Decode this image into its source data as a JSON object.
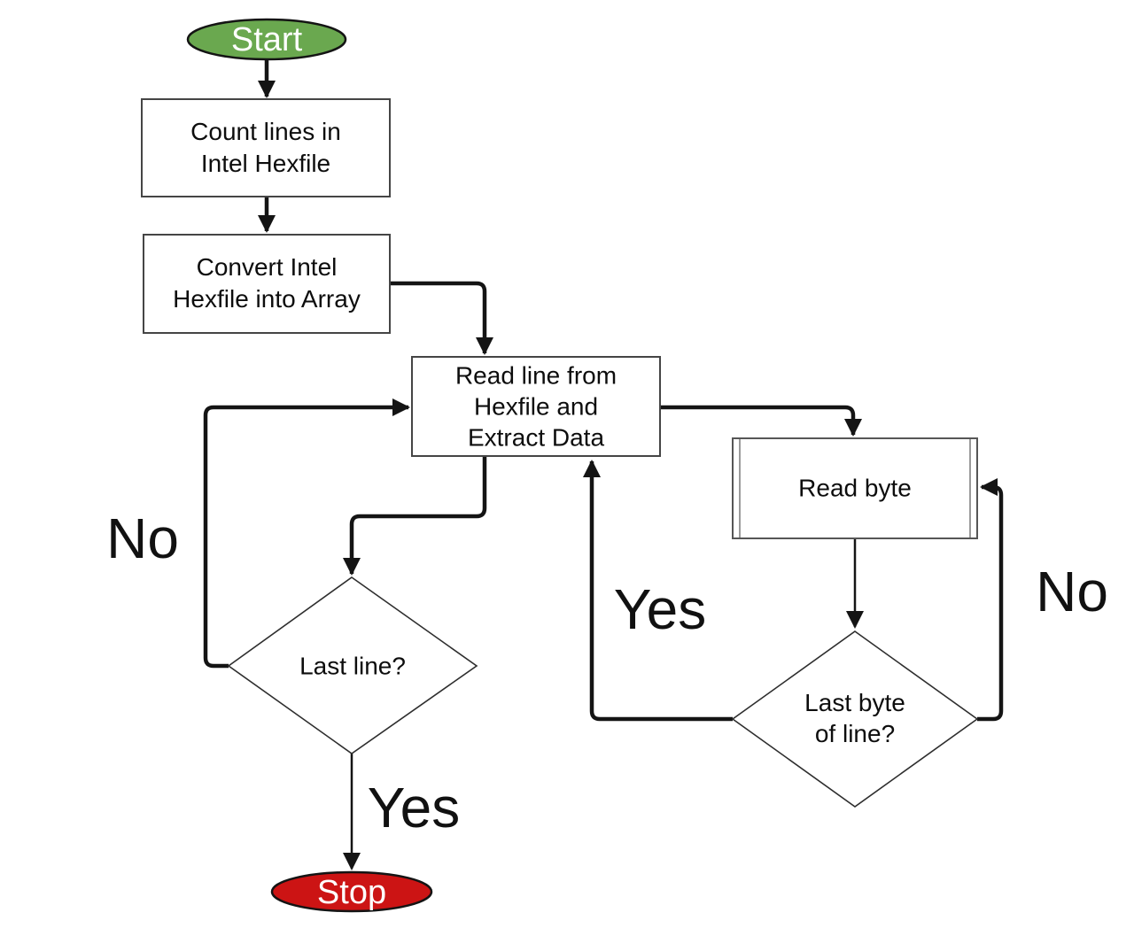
{
  "diagram": {
    "type": "flowchart",
    "background": "#ffffff",
    "colors": {
      "start_fill": "#6aa84f",
      "stop_fill": "#cc1414",
      "connector": "#141414",
      "shape_border": "#454545",
      "node_text": "#0d0d0d",
      "terminator_text": "#ffffff"
    },
    "nodes": {
      "start": {
        "shape": "terminator",
        "label": "Start"
      },
      "count_lines": {
        "shape": "process",
        "line1": "Count lines in",
        "line2": "Intel Hexfile"
      },
      "convert": {
        "shape": "process",
        "line1": "Convert Intel",
        "line2": "Hexfile into Array"
      },
      "read_line": {
        "shape": "process",
        "line1": "Read line from",
        "line2": "Hexfile and",
        "line3": "Extract Data"
      },
      "read_byte": {
        "shape": "predefined-process",
        "label": "Read byte"
      },
      "last_line": {
        "shape": "decision",
        "label": "Last line?"
      },
      "last_byte": {
        "shape": "decision",
        "line1": "Last byte",
        "line2": "of line?"
      },
      "stop": {
        "shape": "terminator",
        "label": "Stop"
      }
    },
    "edge_labels": {
      "no_left": "No",
      "yes_bottom": "Yes",
      "yes_middle": "Yes",
      "no_right": "No"
    },
    "edges": [
      {
        "from": "start",
        "to": "count_lines",
        "label": ""
      },
      {
        "from": "count_lines",
        "to": "convert",
        "label": ""
      },
      {
        "from": "convert",
        "to": "read_line",
        "label": ""
      },
      {
        "from": "read_line",
        "to": "read_byte",
        "label": ""
      },
      {
        "from": "read_byte",
        "to": "last_byte",
        "label": ""
      },
      {
        "from": "last_byte",
        "to": "read_byte",
        "label": "No"
      },
      {
        "from": "last_byte",
        "to": "read_line",
        "label": "Yes"
      },
      {
        "from": "read_line",
        "to": "last_line",
        "label": ""
      },
      {
        "from": "last_line",
        "to": "read_line",
        "label": "No"
      },
      {
        "from": "last_line",
        "to": "stop",
        "label": "Yes"
      }
    ]
  }
}
